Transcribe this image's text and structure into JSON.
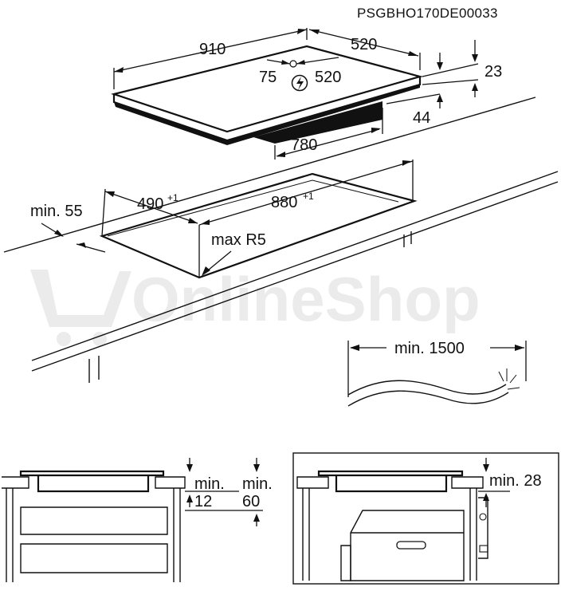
{
  "diagram": {
    "code": "PSGBHO170DE00033",
    "watermark": "OnlineShop",
    "dims": {
      "width_910": "910",
      "depth_520": "520",
      "conn_75": "75",
      "conn_520": "520",
      "height_23": "23",
      "height_44": "44",
      "bottom_780": "780",
      "min_55": "min. 55",
      "cut_490": "490",
      "cut_490_tol": "+1",
      "cut_880": "880",
      "cut_880_tol": "+1",
      "radius": "max R5",
      "cable": "min. 1500",
      "min_label": "min.",
      "val_12": "12",
      "val_60": "60",
      "min_28": "min. 28"
    }
  }
}
